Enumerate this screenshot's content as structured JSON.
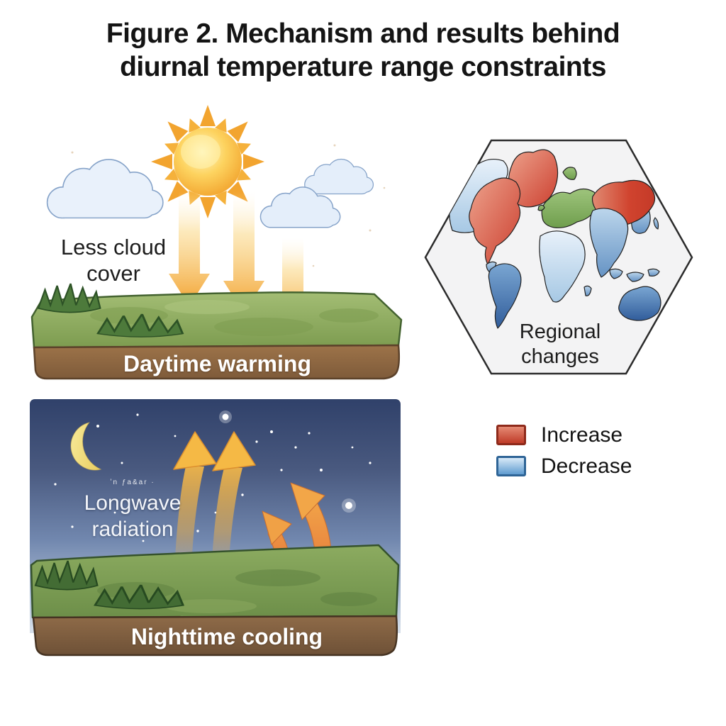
{
  "title": {
    "line1": "Figure 2. Mechanism and results behind",
    "line2": "diurnal temperature range constraints"
  },
  "daytime_panel": {
    "cloud_label_line1": "Less cloud",
    "cloud_label_line2": "cover",
    "caption": "Daytime warming",
    "icons": [
      "sun-icon",
      "cloud-icon",
      "down-arrow-icon",
      "grass-tuft-icon"
    ]
  },
  "nighttime_panel": {
    "radiation_label_line1": "Longwave",
    "radiation_label_line2": "radiation",
    "artifact_text": "ʼn ƒa&ar ·",
    "caption": "Nighttime cooling",
    "icons": [
      "crescent-moon-icon",
      "star-icon",
      "up-arrow-icon",
      "double-headed-arrow-icon"
    ]
  },
  "regional_panel": {
    "label_line1": "Regional",
    "label_line2": "changes",
    "shape": "hexagon",
    "map_region_colors": {
      "north_america": "#cc4030",
      "greenland": "#cc4030",
      "alaska_nw_canada": "#a6c8e4",
      "south_america": "#315d9b",
      "europe": "#6f9e4d",
      "russia_north_asia": "#c43a28",
      "africa": "#a6c8e4",
      "south_east_asia": "#6593c4",
      "australia": "#315d9b"
    }
  },
  "legend": {
    "items": [
      {
        "label": "Increase",
        "color_top": "#e58a74",
        "color": "#bf3b28",
        "border": "#8e2a1b"
      },
      {
        "label": "Decrease",
        "color_top": "#d9eaf8",
        "color": "#5f9bd0",
        "border": "#2e6496"
      }
    ]
  },
  "colors": {
    "accent_orange": "#f2a42f",
    "grass_green": "#8fae5e",
    "soil_brown": "#8a6544",
    "night_sky_top": "#30416a",
    "night_sky_bottom": "#d8e0ea"
  }
}
